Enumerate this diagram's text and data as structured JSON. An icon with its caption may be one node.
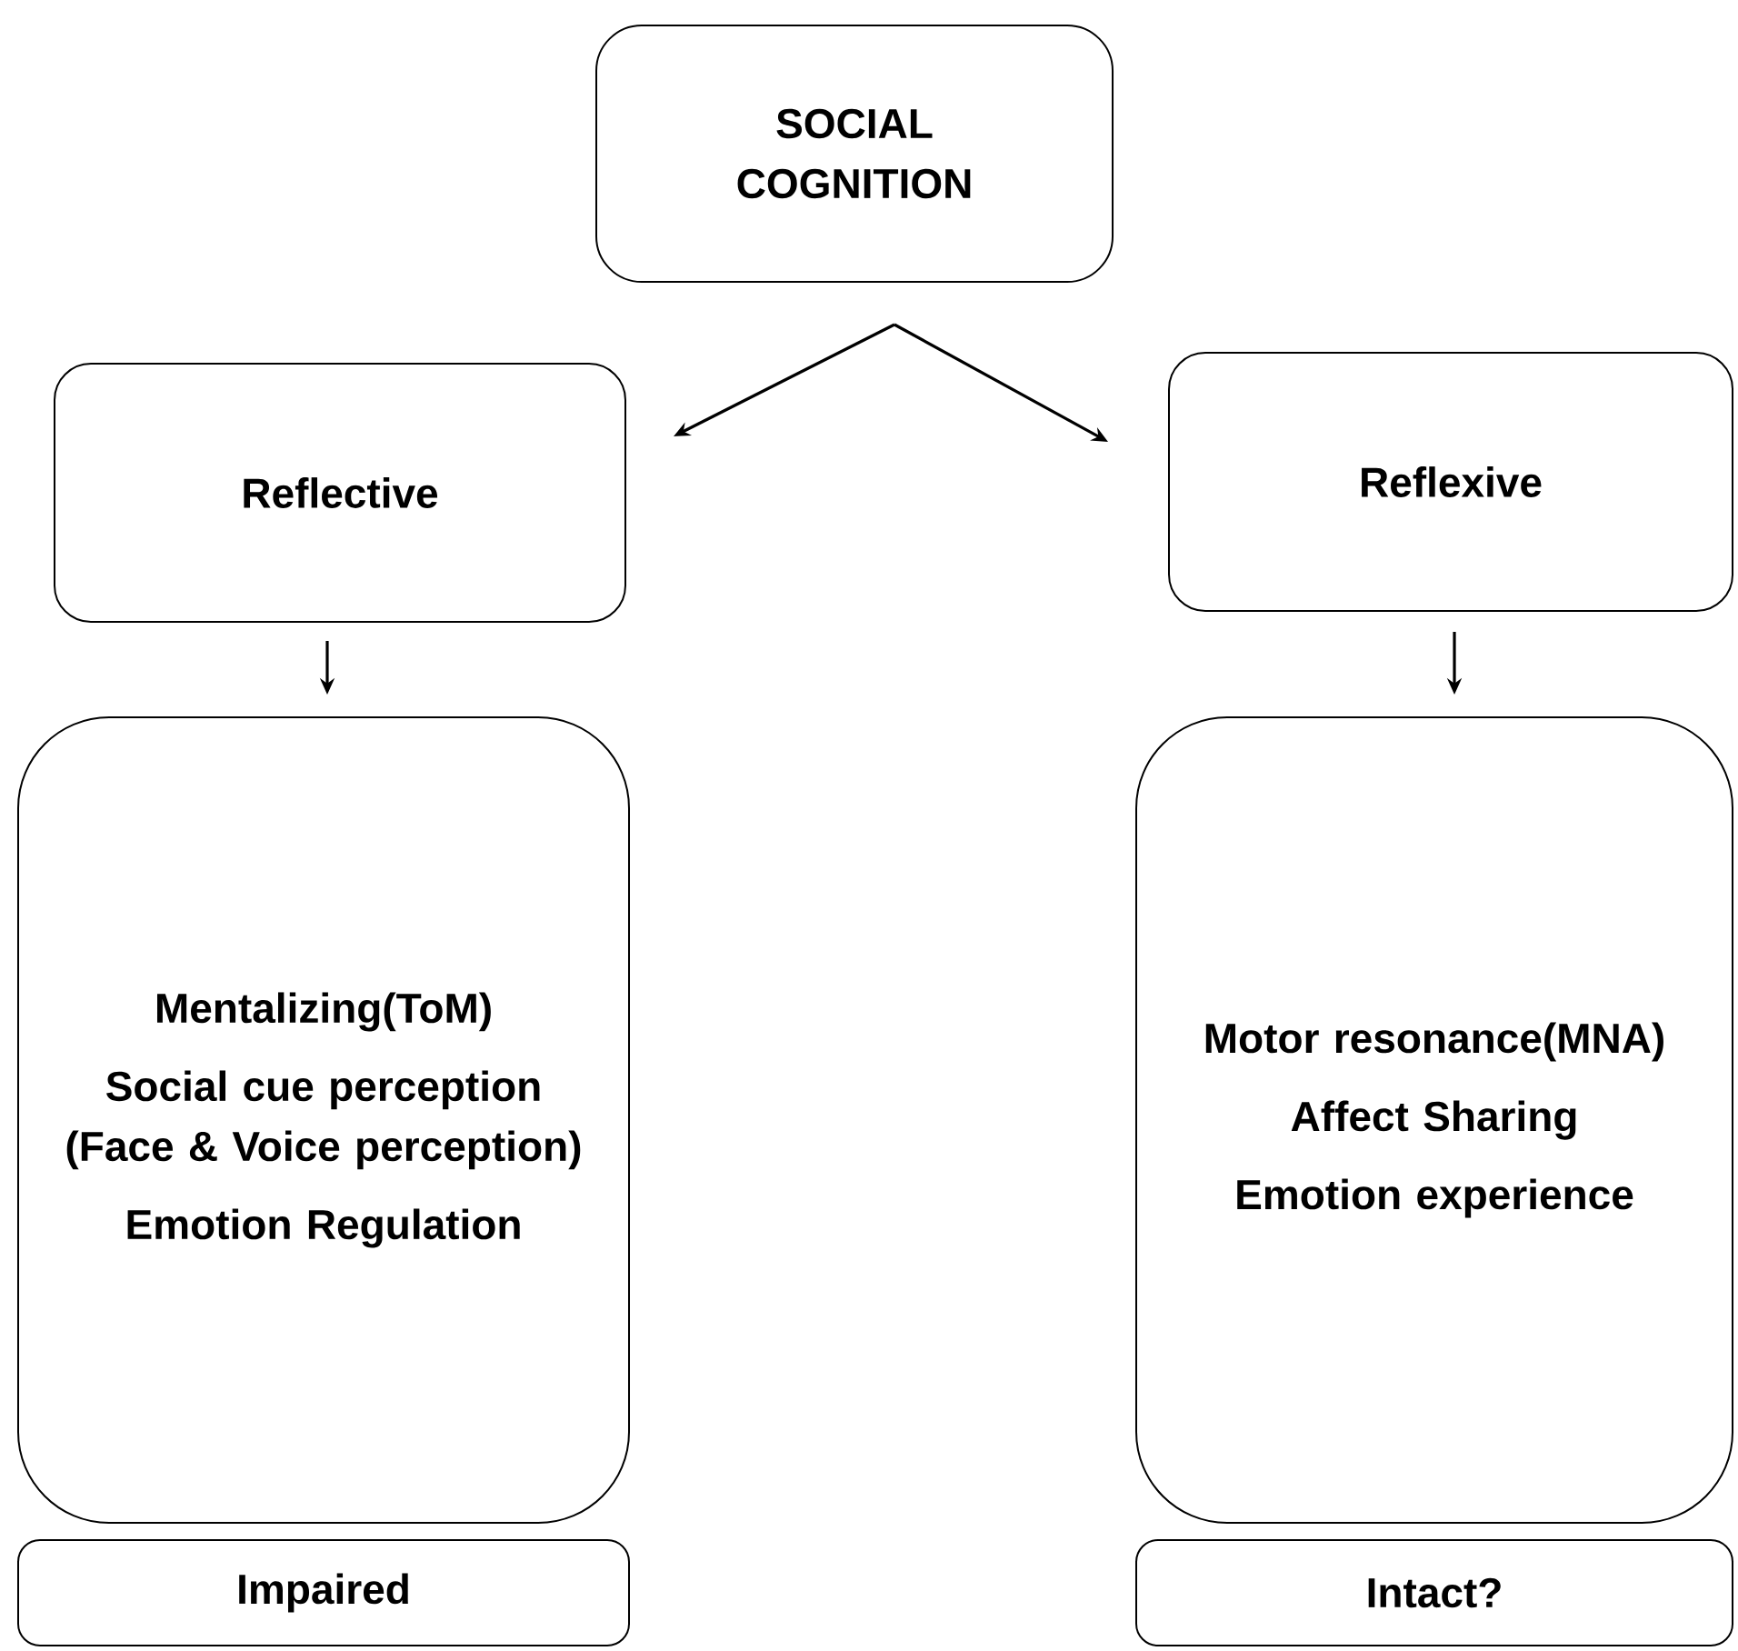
{
  "diagram": {
    "nodes": [
      {
        "text": [
          "SOCIAL COGNITION"
        ]
      },
      {
        "text": [
          "Reflective"
        ]
      },
      {
        "text": [
          "Reflexive"
        ]
      },
      {
        "text": [
          "Mentalizing(ToM)",
          "Social cue perception (Face & Voice perception)",
          "Emotion Regulation"
        ]
      },
      {
        "text": [
          "Motor resonance(MNA)",
          "Affect Sharing",
          "Emotion experience"
        ]
      },
      {
        "text": [
          "Impaired"
        ]
      },
      {
        "text": [
          "Intact?"
        ]
      }
    ],
    "edges": [
      {
        "from": 0,
        "to": 1,
        "arrow": "to"
      },
      {
        "from": 0,
        "to": 2,
        "arrow": "to"
      },
      {
        "from": 1,
        "to": 3,
        "arrow": "to"
      },
      {
        "from": 2,
        "to": 4,
        "arrow": "to"
      }
    ]
  }
}
